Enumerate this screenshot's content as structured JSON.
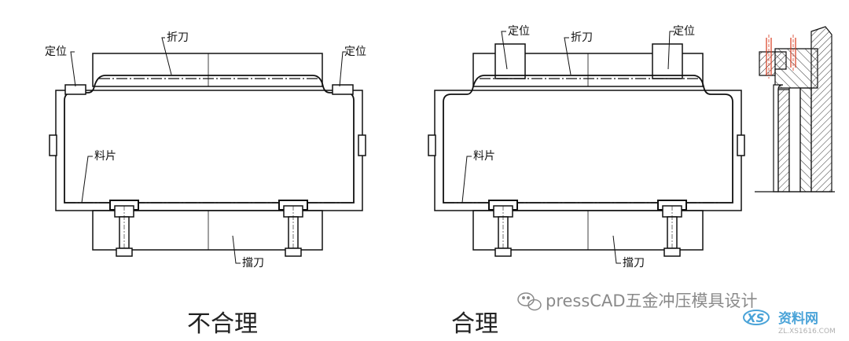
{
  "left_diagram": {
    "locator_left_label": "定位",
    "locator_right_label": "定位",
    "bending_knife_label": "折刀",
    "sheet_label": "料片",
    "backstop_knife_label": "擋刀",
    "caption": "不合理"
  },
  "right_diagram": {
    "locator_left_label": "定位",
    "locator_right_label": "定位",
    "bending_knife_label": "折刀",
    "sheet_label": "料片",
    "backstop_knife_label": "擋刀",
    "caption": "合理"
  },
  "watermark": {
    "text": "pressCAD五金冲压模具设计",
    "icon": "wechat-icon"
  },
  "site_logo": {
    "icon": "xs-logo-icon",
    "text": "资料网",
    "url": "ZL.XS1616.COM"
  }
}
